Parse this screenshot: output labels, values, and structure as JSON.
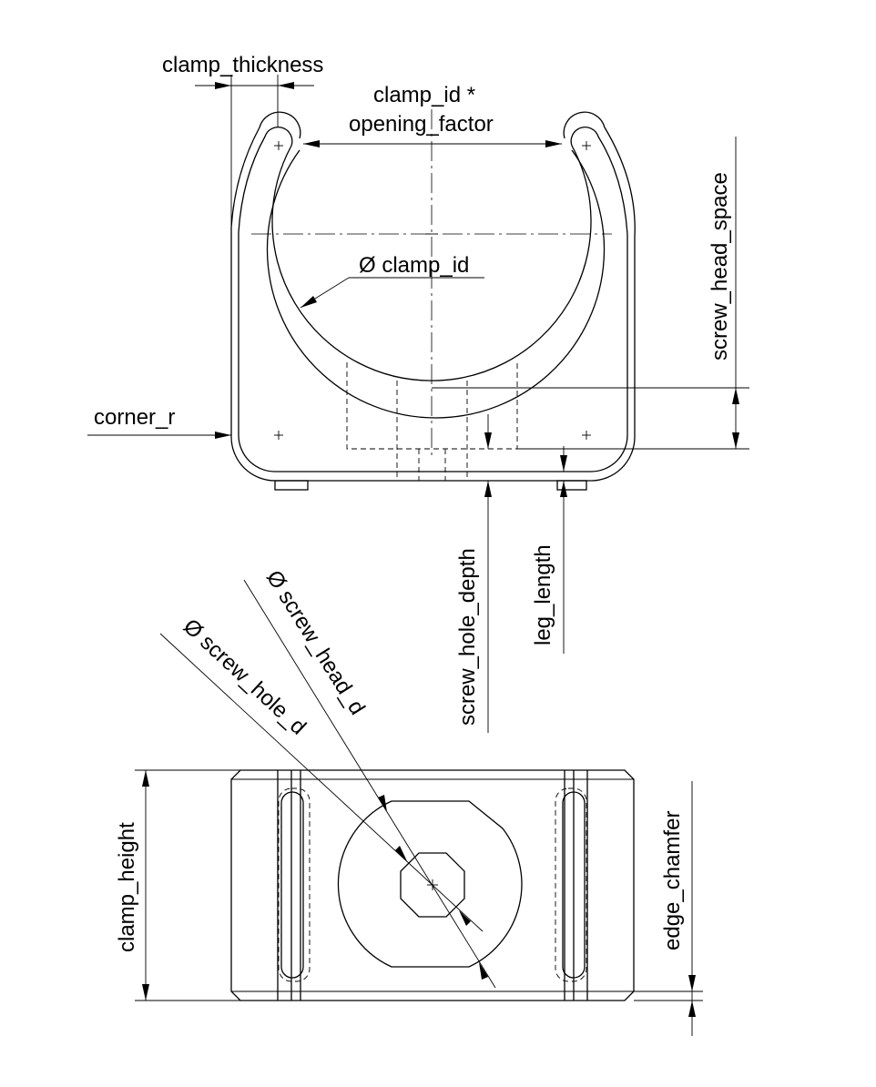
{
  "labels": {
    "clamp_thickness": "clamp_thickness",
    "clamp_id_opening_line1": "clamp_id *",
    "clamp_id_opening_line2": "opening_factor",
    "clamp_id_diameter": "Ø clamp_id",
    "screw_head_space": "screw_head_space",
    "corner_r": "corner_r",
    "screw_hole_depth": "screw_hole_depth",
    "leg_length": "leg_length",
    "screw_head_d": "Ø screw_head_d",
    "screw_hole_d": "Ø screw_hole_d",
    "clamp_height": "clamp_height",
    "edge_chamfer": "edge_chamfer"
  }
}
